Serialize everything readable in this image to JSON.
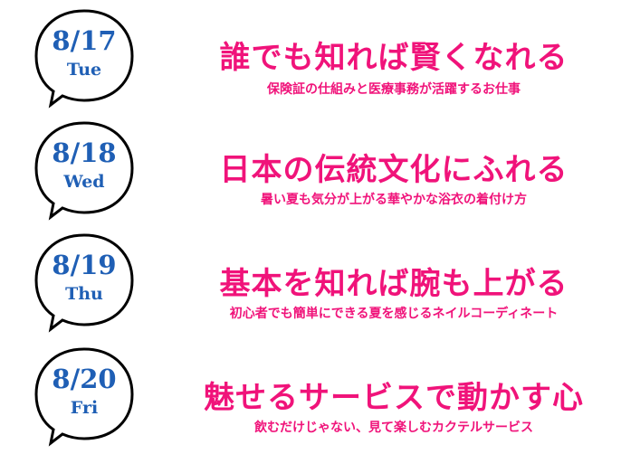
{
  "events": [
    {
      "date": "8/17",
      "day": "Tue",
      "title": "誰でも知れば賢くなれる",
      "subtitle": "保険証の仕組みと医療事務が活躍するお仕事"
    },
    {
      "date": "8/18",
      "day": "Wed",
      "title": "日本の伝統文化にふれる",
      "subtitle": "暑い夏も気分が上がる華やかな浴衣の着付け方"
    },
    {
      "date": "8/19",
      "day": "Thu",
      "title": "基本を知れば腕も上がる",
      "subtitle": "初心者でも簡単にできる夏を感じるネイルコーディネート"
    },
    {
      "date": "8/20",
      "day": "Fri",
      "title": "魅せるサービスで動かす心",
      "subtitle": "飲むだけじゃない、見て楽しむカクテルサービス"
    }
  ],
  "colors": {
    "date_blue": "#1f5fb5",
    "title_pink": "#f0137a"
  }
}
